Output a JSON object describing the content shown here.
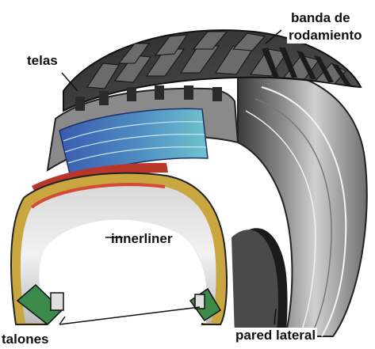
{
  "labels": {
    "banda_line1": "banda de",
    "banda_line2": "rodamiento",
    "telas": "telas",
    "innerliner": "innerliner",
    "talones": "talones",
    "pared_lateral": "pared lateral"
  },
  "colors": {
    "rubber_dark": "#1e1e1e",
    "rubber_mid": "#5a5a5a",
    "rubber_light": "#b9b9b9",
    "plies_blue": "#3f5fb0",
    "plies_cyan": "#5fb8c8",
    "liner_red": "#b8372a",
    "liner_yellow": "#c9a640",
    "bead_green": "#3c8a4a"
  }
}
